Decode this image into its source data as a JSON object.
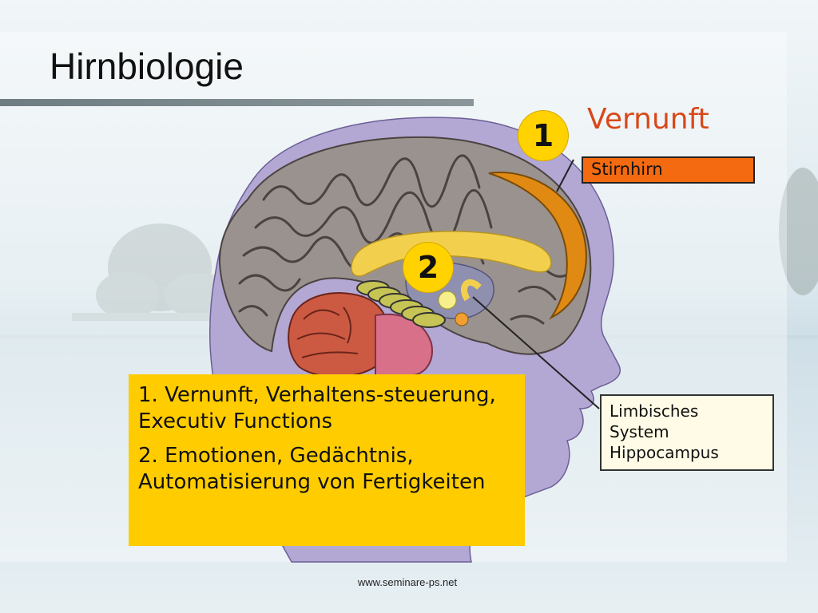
{
  "slide": {
    "title": "Hirnbiologie",
    "footer": "www.seminare-ps.net"
  },
  "diagram": {
    "badge_1": "1",
    "badge_2": "2",
    "region_1_label": "Vernunft",
    "region_1_name": "Stirnhirn",
    "region_2_lines": [
      "Limbisches",
      "System",
      "Hippocampus"
    ]
  },
  "info_box": {
    "items": [
      "1. Vernunft, Verhaltens-steuerung, Executiv Functions",
      "2. Emotionen, Gedächtnis, Automatisierung von Fertigkeiten"
    ]
  },
  "colors": {
    "badge": "#ffd200",
    "label_red": "#d9481a",
    "stirnhirn_box": "#f36a10",
    "info_box": "#ffcc00",
    "head": "#b3a7d4"
  }
}
